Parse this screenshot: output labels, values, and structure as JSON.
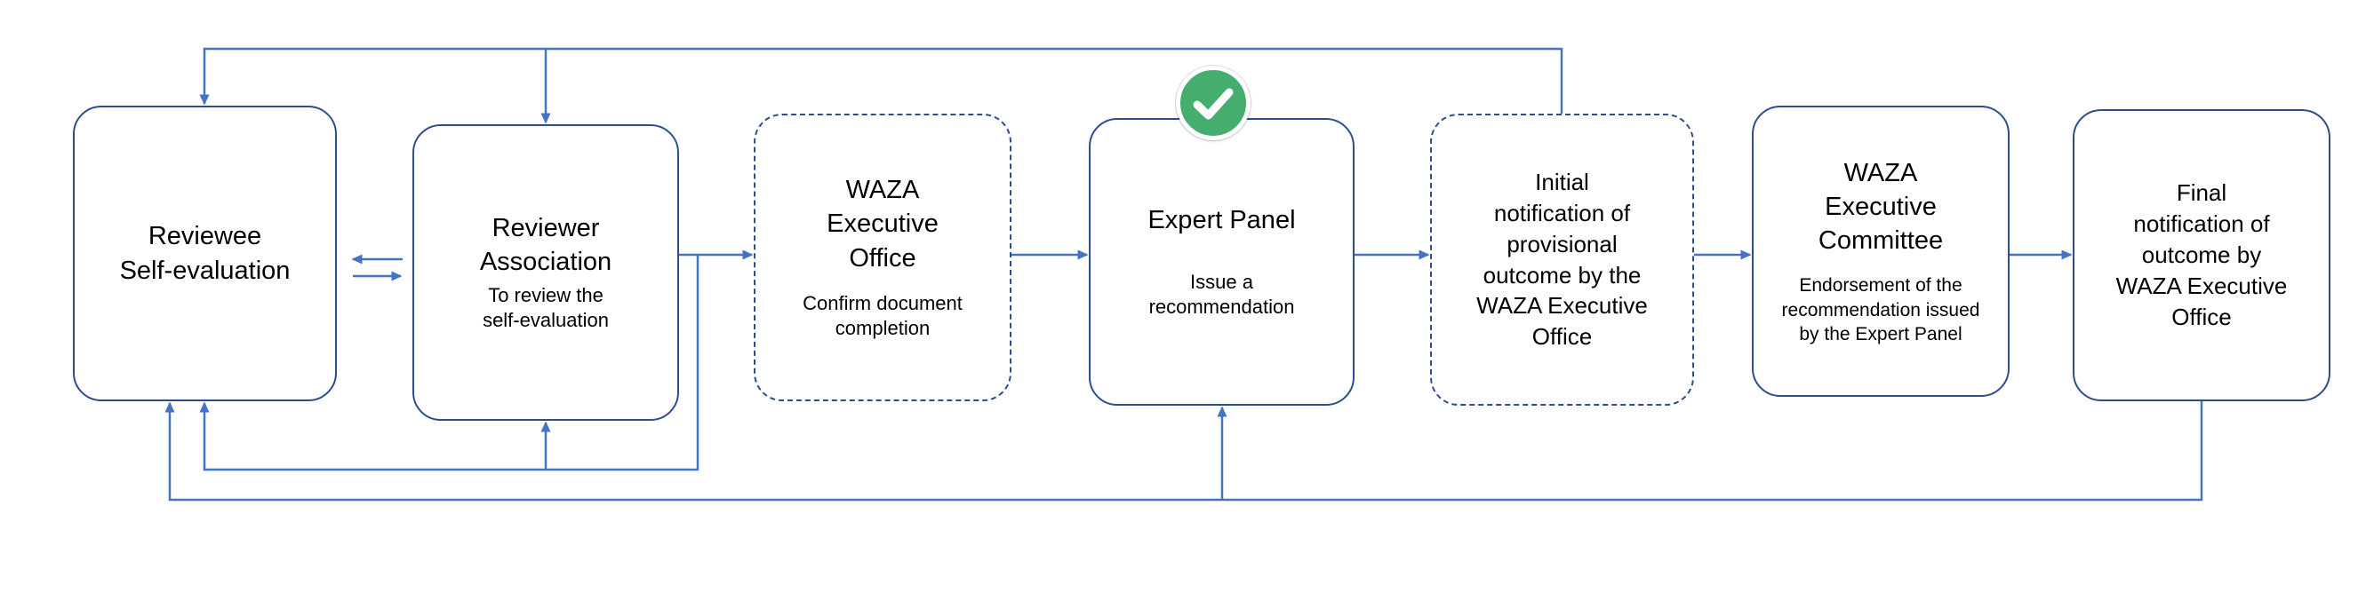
{
  "diagram": {
    "colors": {
      "box_border": "#2e4d8f",
      "connector": "#4472c4",
      "check_badge": "#45ad6e",
      "text": "#000000",
      "background": "#ffffff"
    },
    "boxes": [
      {
        "id": "reviewee-self-evaluation",
        "style": "solid",
        "title": "Reviewee\nSelf-evaluation"
      },
      {
        "id": "reviewer-association",
        "style": "solid",
        "title": "Reviewer\nAssociation",
        "subtitle": "To review the\nself-evaluation"
      },
      {
        "id": "waza-executive-office",
        "style": "dashed",
        "title": "WAZA\nExecutive\nOffice",
        "subtitle": "Confirm document\ncompletion"
      },
      {
        "id": "expert-panel",
        "style": "solid",
        "title": "Expert Panel",
        "subtitle": "Issue a\nrecommendation",
        "badge": "check"
      },
      {
        "id": "initial-notification",
        "style": "dashed",
        "title": "Initial\nnotification of\nprovisional\noutcome by the\nWAZA Executive\nOffice"
      },
      {
        "id": "waza-executive-committee",
        "style": "solid",
        "title": "WAZA\nExecutive\nCommittee",
        "subtitle": "Endorsement of the\nrecommendation issued\nby the Expert Panel"
      },
      {
        "id": "final-notification",
        "style": "solid",
        "title": "Final\nnotification of\noutcome by\nWAZA Executive\nOffice"
      }
    ],
    "connections": [
      {
        "from": "reviewee-self-evaluation",
        "to": "reviewer-association",
        "type": "bidirectional"
      },
      {
        "from": "reviewer-association",
        "to": "waza-executive-office",
        "type": "forward"
      },
      {
        "from": "waza-executive-office",
        "to": "expert-panel",
        "type": "forward"
      },
      {
        "from": "expert-panel",
        "to": "initial-notification",
        "type": "forward"
      },
      {
        "from": "initial-notification",
        "to": "waza-executive-committee",
        "type": "forward"
      },
      {
        "from": "waza-executive-committee",
        "to": "final-notification",
        "type": "forward"
      },
      {
        "from": "initial-notification",
        "to": "reviewee-self-evaluation, reviewer-association",
        "type": "feedback-top"
      },
      {
        "from": "waza-executive-office",
        "to": "reviewee-self-evaluation, reviewer-association",
        "type": "feedback-bottom-inner"
      },
      {
        "from": "final-notification",
        "to": "reviewee-self-evaluation, expert-panel",
        "type": "feedback-bottom-outer"
      }
    ]
  }
}
